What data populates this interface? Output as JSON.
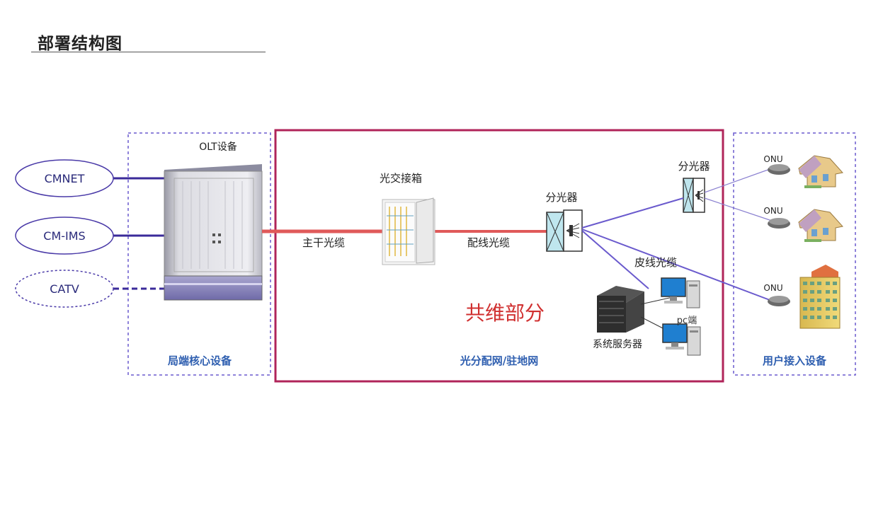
{
  "page": {
    "title": "部署结构图"
  },
  "sources": [
    {
      "label": "CMNET",
      "style": "solid"
    },
    {
      "label": "CM-IMS",
      "style": "solid"
    },
    {
      "label": "CATV",
      "style": "dashed"
    }
  ],
  "regions": {
    "core": {
      "caption": "局端核心设备",
      "device_label": "OLT设备"
    },
    "odn": {
      "caption": "光分配网/驻地网",
      "shared_label": "共维部分"
    },
    "user": {
      "caption": "用户接入设备"
    }
  },
  "odn_labels": {
    "cross_box": "光交接箱",
    "splitter_1": "分光器",
    "splitter_2": "分光器",
    "trunk_cable": "主干光缆",
    "distribution_cable": "配线光缆",
    "drop_cable": "皮线光缆",
    "server": "系统服务器",
    "pc": "pc端"
  },
  "onus": [
    {
      "label": "ONU",
      "endpoint": "house-icon"
    },
    {
      "label": "ONU",
      "endpoint": "house-icon"
    },
    {
      "label": "ONU",
      "endpoint": "building-icon"
    }
  ],
  "colors": {
    "source_line": "#3a2a9a",
    "trunk_line": "#e05a5a",
    "region_dashed": "#6a5acd",
    "odn_border": "#b0245a",
    "caption": "#2f5fb0",
    "shared_label": "#d03030",
    "drop_line": "#6a5acd"
  }
}
